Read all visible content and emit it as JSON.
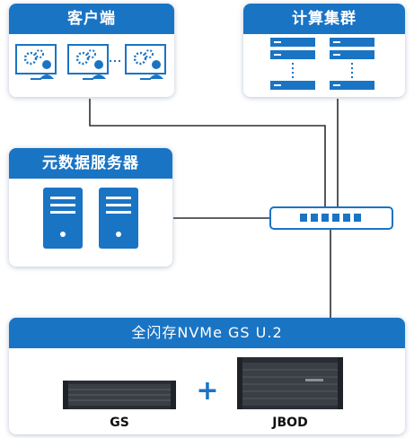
{
  "client_panel": {
    "title": "客户端",
    "icons": [
      "monitor-user-gear-icon",
      "monitor-user-gear-icon",
      "monitor-user-gear-icon"
    ]
  },
  "compute_panel": {
    "title": "计算集群",
    "icons": [
      "rack-server-icon"
    ]
  },
  "metadata_panel": {
    "title": "元数据服务器",
    "icons": [
      "tower-server-icon",
      "tower-server-icon"
    ]
  },
  "switch": {
    "icon": "network-switch-icon"
  },
  "storage_panel": {
    "title": "全闪存NVMe GS U.2",
    "devices": [
      {
        "label": "GS",
        "icon": "rack-storage-2u-icon"
      },
      {
        "label": "JBOD",
        "icon": "rack-storage-4u-icon"
      }
    ],
    "plus_symbol": "+"
  },
  "colors": {
    "brand_blue": "#1a74c4",
    "line": "#2b2f36",
    "frame_dark": "#2a2d33"
  }
}
